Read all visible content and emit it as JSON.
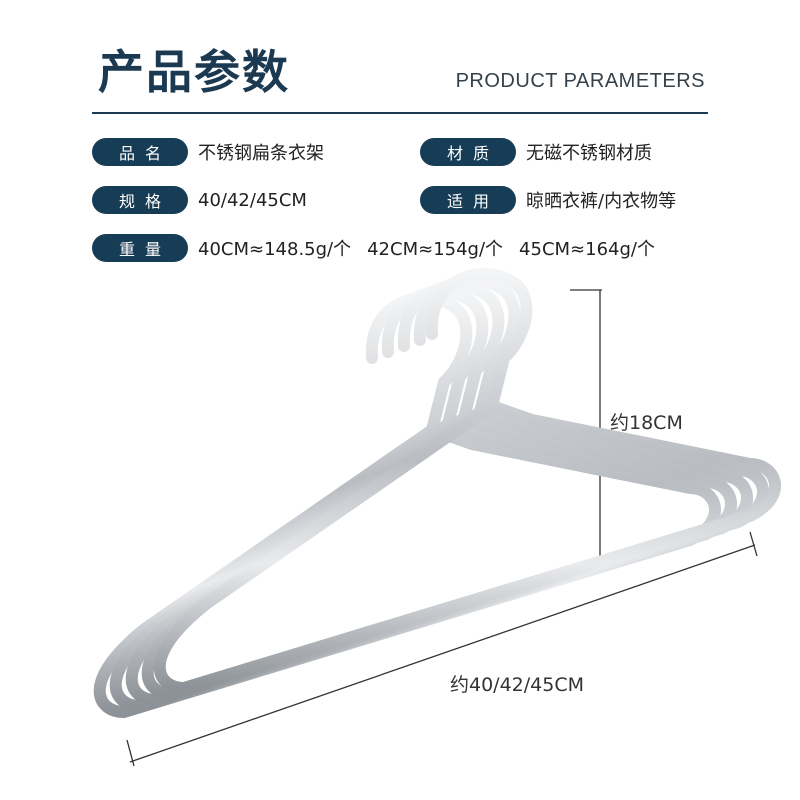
{
  "header": {
    "title": "产品参数",
    "subtitle": "PRODUCT PARAMETERS"
  },
  "params": {
    "name": {
      "label": "品名",
      "value": "不锈钢扁条衣架"
    },
    "material": {
      "label": "材质",
      "value": "无磁不锈钢材质"
    },
    "spec": {
      "label": "规格",
      "value": "40/42/45CM"
    },
    "usage": {
      "label": "适用",
      "value": "晾晒衣裤/内衣物等"
    },
    "weight": {
      "label": "重量",
      "values": [
        "40CM≈148.5g/个",
        "42CM≈154g/个",
        "45CM≈164g/个"
      ]
    }
  },
  "dimensions": {
    "height": "约18CM",
    "width": "约40/42/45CM"
  },
  "colors": {
    "brand": "#173c56",
    "steel": "#c9ccd0"
  }
}
